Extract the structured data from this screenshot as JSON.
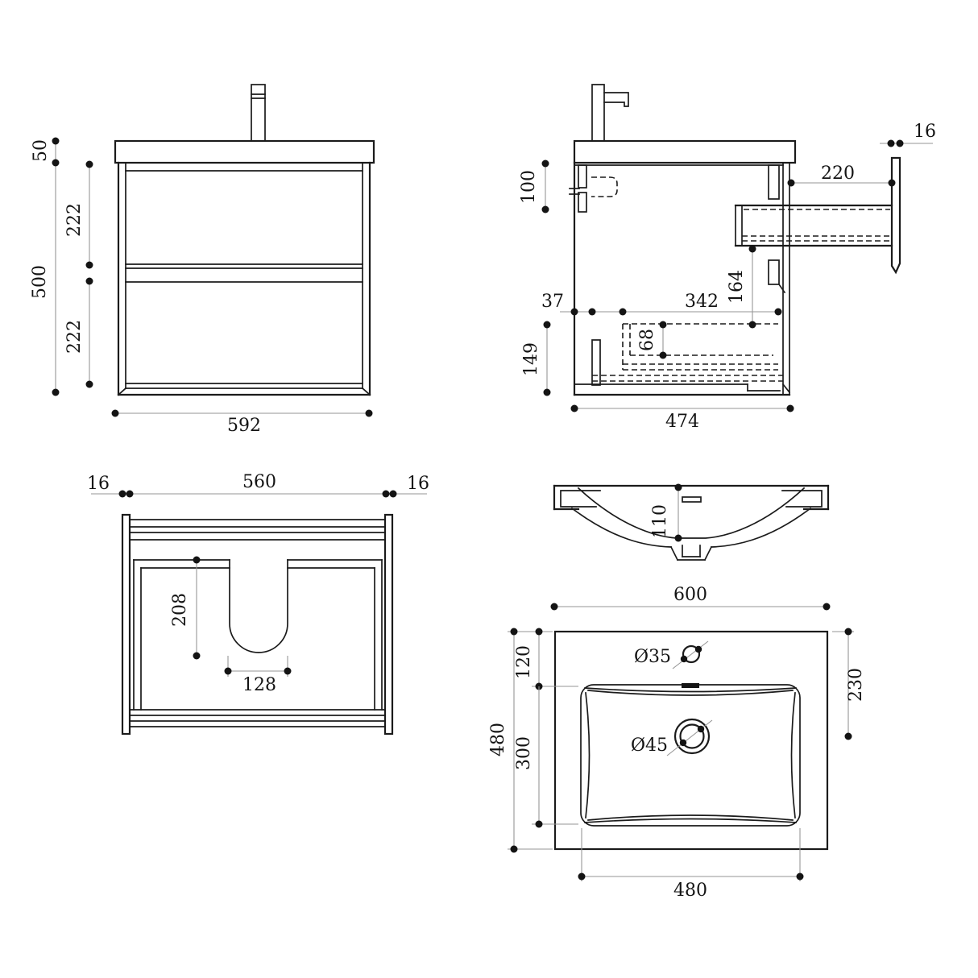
{
  "colors": {
    "background": "#ffffff",
    "geometry_line": "#1b1b1b",
    "dimension_line": "#969696",
    "text": "#141414"
  },
  "front_view": {
    "countertop_thickness": "50",
    "total_height": "500",
    "upper_drawer": "222",
    "lower_drawer": "222",
    "overall_width": "592"
  },
  "side_view": {
    "wall_plate_thickness": "16",
    "bracket_length": "220",
    "basin_depth": "100",
    "front_gap": "37",
    "runner_length": "342",
    "bracket_drop": "164",
    "rail_height": "68",
    "lower_section": "149",
    "overall_depth": "474"
  },
  "top_view": {
    "left_panel": "16",
    "inner_width": "560",
    "right_panel": "16",
    "cutout_depth": "208",
    "cutout_width": "128"
  },
  "basin_section": {
    "bowl_depth": "110",
    "overall_width": "600"
  },
  "basin_top": {
    "faucet_hole": "Ø35",
    "drain_hole": "Ø45",
    "rear_margin": "120",
    "bowl_length": "300",
    "overall_depth": "480",
    "drain_offset": "230",
    "bowl_width": "480"
  }
}
